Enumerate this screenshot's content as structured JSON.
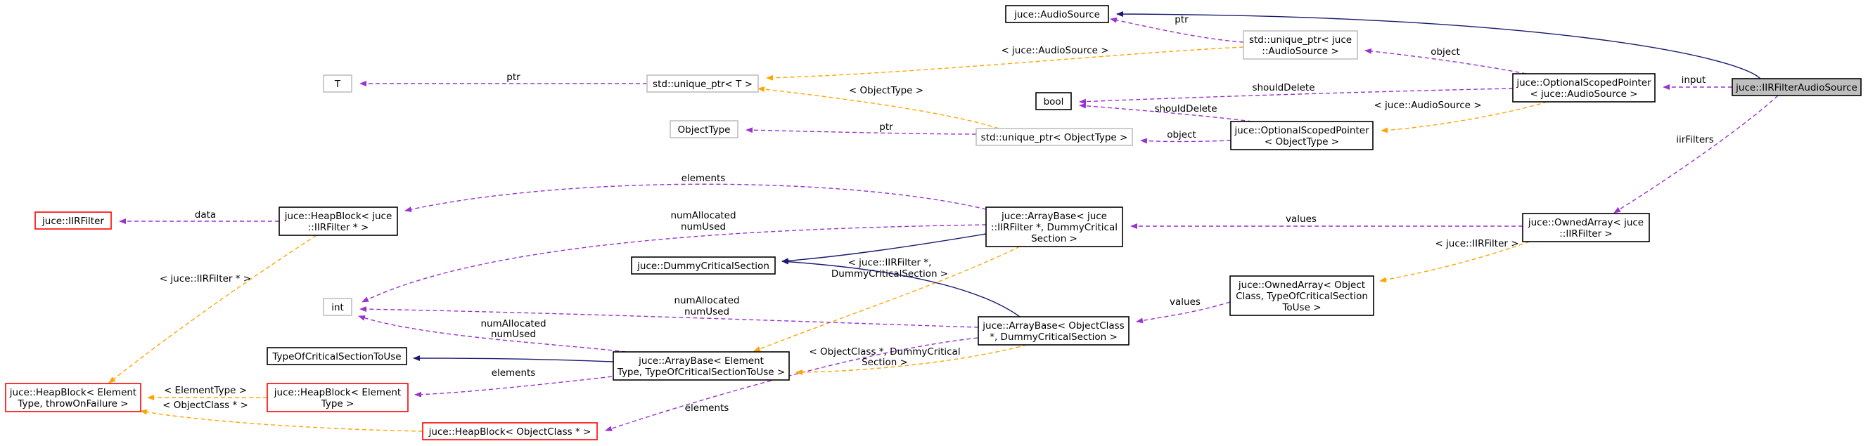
{
  "colors": {
    "solid_edge": "#191970",
    "member_edge": "#9a32cd",
    "template_edge": "#ffa500",
    "node_border_default": "#000000",
    "node_border_grey": "#bfbfbf",
    "node_border_red": "#ff0000",
    "node_fill_highlight": "#bfbfbf"
  },
  "nodes": [
    {
      "id": "iirfilteraudiosource",
      "lines": [
        "juce::IIRFilterAudioSource"
      ],
      "style": "highlight"
    },
    {
      "id": "audiosource",
      "lines": [
        "juce::AudioSource"
      ],
      "style": "default"
    },
    {
      "id": "unique_ptr_audiosource",
      "lines": [
        "std::unique_ptr< juce",
        "::AudioSource >"
      ],
      "style": "grey"
    },
    {
      "id": "optionalscopedpointer_audiosource",
      "lines": [
        "juce::OptionalScopedPointer",
        "< juce::AudioSource >"
      ],
      "style": "default"
    },
    {
      "id": "bool",
      "lines": [
        "bool"
      ],
      "style": "default"
    },
    {
      "id": "optionalscopedpointer_objecttype",
      "lines": [
        "juce::OptionalScopedPointer",
        "< ObjectType >"
      ],
      "style": "default"
    },
    {
      "id": "t",
      "lines": [
        "T"
      ],
      "style": "grey"
    },
    {
      "id": "unique_ptr_t",
      "lines": [
        "std::unique_ptr< T >"
      ],
      "style": "grey"
    },
    {
      "id": "objecttype",
      "lines": [
        "ObjectType"
      ],
      "style": "grey"
    },
    {
      "id": "unique_ptr_objecttype",
      "lines": [
        "std::unique_ptr< ObjectType >"
      ],
      "style": "grey"
    },
    {
      "id": "ownedarray_iirfilter",
      "lines": [
        "juce::OwnedArray< juce",
        "::IIRFilter >"
      ],
      "style": "default"
    },
    {
      "id": "arraybase_iirfilter",
      "lines": [
        "juce::ArrayBase< juce",
        "::IIRFilter *, DummyCritical",
        "Section >"
      ],
      "style": "default"
    },
    {
      "id": "heapblock_iirfilter",
      "lines": [
        "juce::HeapBlock< juce",
        "::IIRFilter * >"
      ],
      "style": "default"
    },
    {
      "id": "iirfilter",
      "lines": [
        "juce::IIRFilter"
      ],
      "style": "red"
    },
    {
      "id": "dummycriticalsection",
      "lines": [
        "juce::DummyCriticalSection"
      ],
      "style": "default"
    },
    {
      "id": "int",
      "lines": [
        "int"
      ],
      "style": "grey"
    },
    {
      "id": "ownedarray_objectclass",
      "lines": [
        "juce::OwnedArray< Object",
        "Class, TypeOfCriticalSection",
        "ToUse >"
      ],
      "style": "default"
    },
    {
      "id": "arraybase_objectclass",
      "lines": [
        "juce::ArrayBase< ObjectClass",
        "*, DummyCriticalSection >"
      ],
      "style": "default"
    },
    {
      "id": "typeofcriticalsectiontouse",
      "lines": [
        "TypeOfCriticalSectionToUse"
      ],
      "style": "default"
    },
    {
      "id": "arraybase_element",
      "lines": [
        "juce::ArrayBase< Element",
        "Type, TypeOfCriticalSectionToUse >"
      ],
      "style": "default"
    },
    {
      "id": "heapblock_element_throw",
      "lines": [
        "juce::HeapBlock< Element",
        "Type, throwOnFailure >"
      ],
      "style": "red"
    },
    {
      "id": "heapblock_elementtype",
      "lines": [
        "juce::HeapBlock< Element",
        "Type >"
      ],
      "style": "red"
    },
    {
      "id": "heapblock_objectclass",
      "lines": [
        "juce::HeapBlock< ObjectClass * >"
      ],
      "style": "red"
    }
  ],
  "edges": [
    {
      "id": "e1",
      "kind": "solid",
      "lines": []
    },
    {
      "id": "e2",
      "kind": "member",
      "lines": [
        "ptr"
      ]
    },
    {
      "id": "e3",
      "kind": "member",
      "lines": [
        "object"
      ]
    },
    {
      "id": "e4",
      "kind": "template",
      "lines": [
        "< juce::AudioSource >"
      ]
    },
    {
      "id": "e5",
      "kind": "member",
      "lines": [
        "input"
      ]
    },
    {
      "id": "e6",
      "kind": "member",
      "lines": [
        "shouldDelete"
      ]
    },
    {
      "id": "e7",
      "kind": "member",
      "lines": [
        "shouldDelete"
      ]
    },
    {
      "id": "e8",
      "kind": "template",
      "lines": [
        "< juce::AudioSource >"
      ]
    },
    {
      "id": "e9",
      "kind": "member",
      "lines": [
        "ptr"
      ]
    },
    {
      "id": "e10",
      "kind": "template",
      "lines": [
        "< ObjectType >"
      ]
    },
    {
      "id": "e11",
      "kind": "member",
      "lines": [
        "ptr"
      ]
    },
    {
      "id": "e12",
      "kind": "member",
      "lines": [
        "object"
      ]
    },
    {
      "id": "e13",
      "kind": "member",
      "lines": [
        "iirFilters"
      ]
    },
    {
      "id": "e14",
      "kind": "member",
      "lines": [
        "values"
      ]
    },
    {
      "id": "e15",
      "kind": "member",
      "lines": [
        "elements"
      ]
    },
    {
      "id": "e16",
      "kind": "member",
      "lines": [
        "numAllocated",
        "numUsed"
      ]
    },
    {
      "id": "e17",
      "kind": "solid",
      "lines": []
    },
    {
      "id": "e18",
      "kind": "template",
      "lines": [
        "< juce::IIRFilter *,",
        "DummyCriticalSection >"
      ]
    },
    {
      "id": "e19",
      "kind": "member",
      "lines": [
        "data"
      ]
    },
    {
      "id": "e20",
      "kind": "template",
      "lines": [
        "< juce::IIRFilter * >"
      ]
    },
    {
      "id": "e21",
      "kind": "template",
      "lines": [
        "< juce::IIRFilter >"
      ]
    },
    {
      "id": "e22",
      "kind": "member",
      "lines": [
        "values"
      ]
    },
    {
      "id": "e23",
      "kind": "member",
      "lines": [
        "numAllocated",
        "numUsed"
      ]
    },
    {
      "id": "e24",
      "kind": "solid",
      "lines": []
    },
    {
      "id": "e25",
      "kind": "member",
      "lines": [
        "elements"
      ]
    },
    {
      "id": "e26",
      "kind": "template",
      "lines": [
        "< ObjectClass *, DummyCritical",
        "Section >"
      ]
    },
    {
      "id": "e27",
      "kind": "solid",
      "lines": []
    },
    {
      "id": "e28",
      "kind": "member",
      "lines": [
        "numAllocated",
        "numUsed"
      ]
    },
    {
      "id": "e29",
      "kind": "member",
      "lines": [
        "elements"
      ]
    },
    {
      "id": "e30",
      "kind": "template",
      "lines": [
        "< ElementType >"
      ]
    },
    {
      "id": "e31",
      "kind": "template",
      "lines": [
        "< ObjectClass * >"
      ]
    }
  ]
}
